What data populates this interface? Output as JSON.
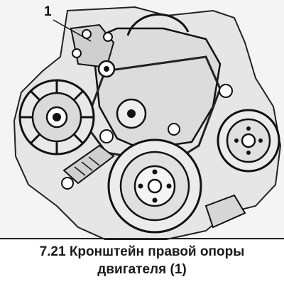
{
  "figure": {
    "callout_label": "1",
    "icon": "engine-drawing-icon"
  },
  "caption": {
    "line1": "7.21 Кронштейн правой опоры",
    "line2": "двигателя (1)"
  }
}
